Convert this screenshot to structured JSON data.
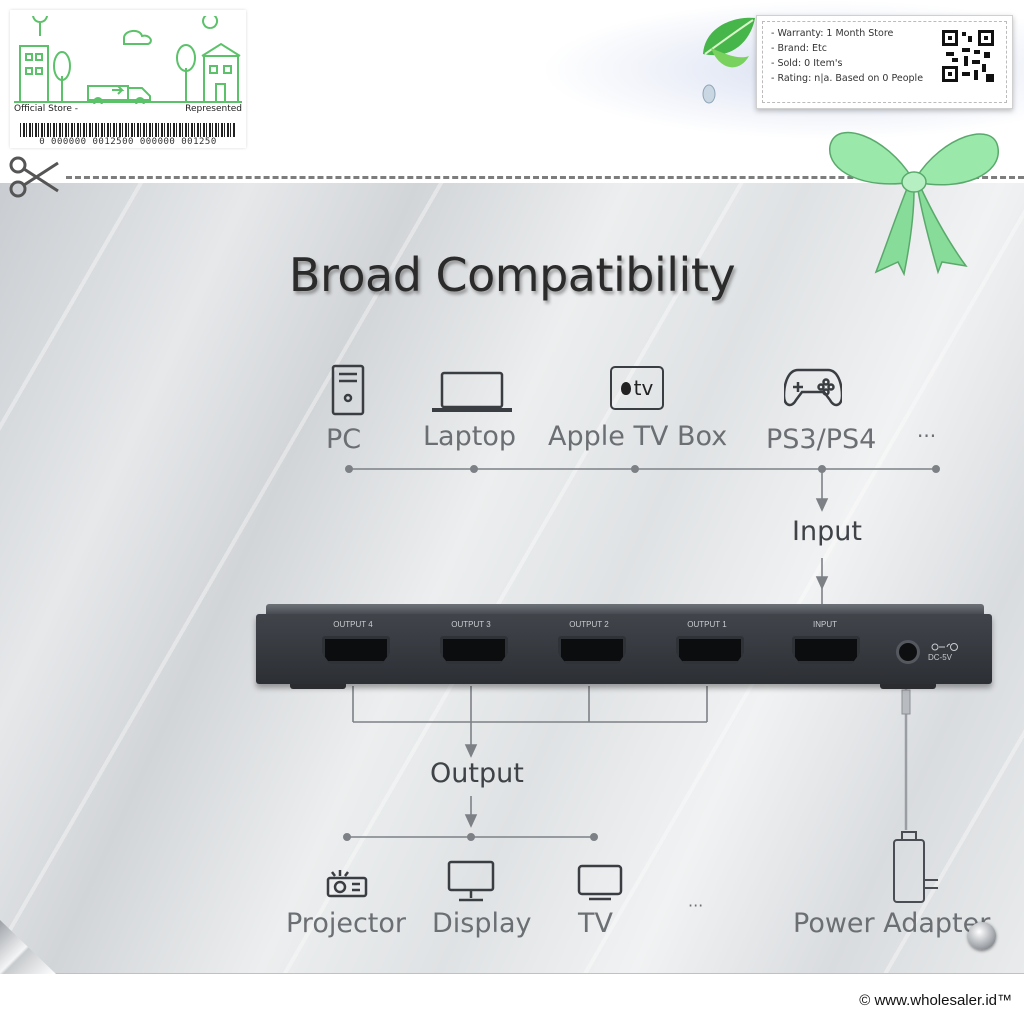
{
  "store_badge": {
    "left_label": "Official Store -",
    "right_label": "Represented",
    "barcode_text": "0 000000 0012500 000000 001250"
  },
  "info": {
    "warranty": "- Warranty: 1 Month Store",
    "brand": "- Brand: Etc",
    "sold": "- Sold: 0 Item's",
    "rating": "- Rating: n|a. Based on 0 People"
  },
  "title": "Broad Compatibility",
  "inputs": [
    {
      "label": "PC",
      "icon": "pc-tower-icon"
    },
    {
      "label": "Laptop",
      "icon": "laptop-icon"
    },
    {
      "label": "Apple TV Box",
      "icon": "apple-tv-icon",
      "icon_text": "tv"
    },
    {
      "label": "PS3/PS4",
      "icon": "gamepad-icon"
    },
    {
      "label": "···"
    }
  ],
  "input_label": "Input",
  "output_label": "Output",
  "device": {
    "ports": [
      "OUTPUT 4",
      "OUTPUT 3",
      "OUTPUT 2",
      "OUTPUT 1",
      "INPUT"
    ],
    "dc_label": "DC-5V"
  },
  "outputs": [
    {
      "label": "Projector",
      "icon": "projector-icon"
    },
    {
      "label": "Display",
      "icon": "monitor-icon"
    },
    {
      "label": "TV",
      "icon": "tv-icon"
    },
    {
      "label": "···"
    }
  ],
  "power_label": "Power Adapter",
  "copyright": "© www.wholesaler.id™",
  "colors": {
    "accent_green": "#5cc26a",
    "ribbon": "#8fe0a0",
    "device_body": "#3a3d42"
  }
}
